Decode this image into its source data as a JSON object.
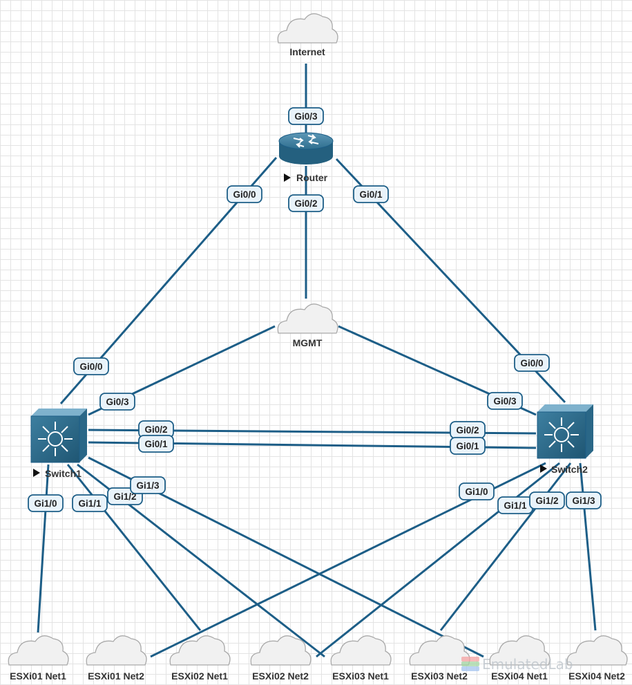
{
  "diagram": {
    "nodes": {
      "internet": {
        "label": "Internet"
      },
      "router": {
        "label": "Router"
      },
      "mgmt": {
        "label": "MGMT"
      },
      "switch1": {
        "label": "Switch1"
      },
      "switch2": {
        "label": "Switch2"
      },
      "esxi01_net1": {
        "label": "ESXi01 Net1"
      },
      "esxi01_net2": {
        "label": "ESXi01 Net2"
      },
      "esxi02_net1": {
        "label": "ESXi02 Net1"
      },
      "esxi02_net2": {
        "label": "ESXi02 Net2"
      },
      "esxi03_net1": {
        "label": "ESXi03 Net1"
      },
      "esxi03_net2": {
        "label": "ESXi03 Net2"
      },
      "esxi04_net1": {
        "label": "ESXi04 Net1"
      },
      "esxi04_net2": {
        "label": "ESXi04 Net2"
      }
    },
    "links": [
      {
        "from": "internet",
        "to": "router",
        "to_port": "Gi0/3"
      },
      {
        "from": "router",
        "to": "switch1",
        "from_port": "Gi0/0",
        "to_port": "Gi0/0"
      },
      {
        "from": "router",
        "to": "switch2",
        "from_port": "Gi0/1",
        "to_port": "Gi0/0"
      },
      {
        "from": "router",
        "to": "mgmt",
        "from_port": "Gi0/2"
      },
      {
        "from": "mgmt",
        "to": "switch1",
        "to_port": "Gi0/3"
      },
      {
        "from": "mgmt",
        "to": "switch2",
        "to_port": "Gi0/3"
      },
      {
        "from": "switch1",
        "to": "switch2",
        "from_port": "Gi0/2",
        "to_port": "Gi0/2"
      },
      {
        "from": "switch1",
        "to": "switch2",
        "from_port": "Gi0/1",
        "to_port": "Gi0/1"
      },
      {
        "from": "switch1",
        "to": "esxi01_net1",
        "from_port": "Gi1/0"
      },
      {
        "from": "switch1",
        "to": "esxi02_net1",
        "from_port": "Gi1/1"
      },
      {
        "from": "switch1",
        "to": "esxi03_net1",
        "from_port": "Gi1/2"
      },
      {
        "from": "switch1",
        "to": "esxi04_net1",
        "from_port": "Gi1/3"
      },
      {
        "from": "switch2",
        "to": "esxi01_net2",
        "from_port": "Gi1/0"
      },
      {
        "from": "switch2",
        "to": "esxi02_net2",
        "from_port": "Gi1/1"
      },
      {
        "from": "switch2",
        "to": "esxi03_net2",
        "from_port": "Gi1/2"
      },
      {
        "from": "switch2",
        "to": "esxi04_net2",
        "from_port": "Gi1/3"
      }
    ]
  },
  "watermark": {
    "text": "EmulatedLab"
  },
  "colors": {
    "link": "#1d5e87",
    "device": "#2f6f8f",
    "cloud": "#f1f1f1",
    "port_fill": "#e9f3fa"
  }
}
